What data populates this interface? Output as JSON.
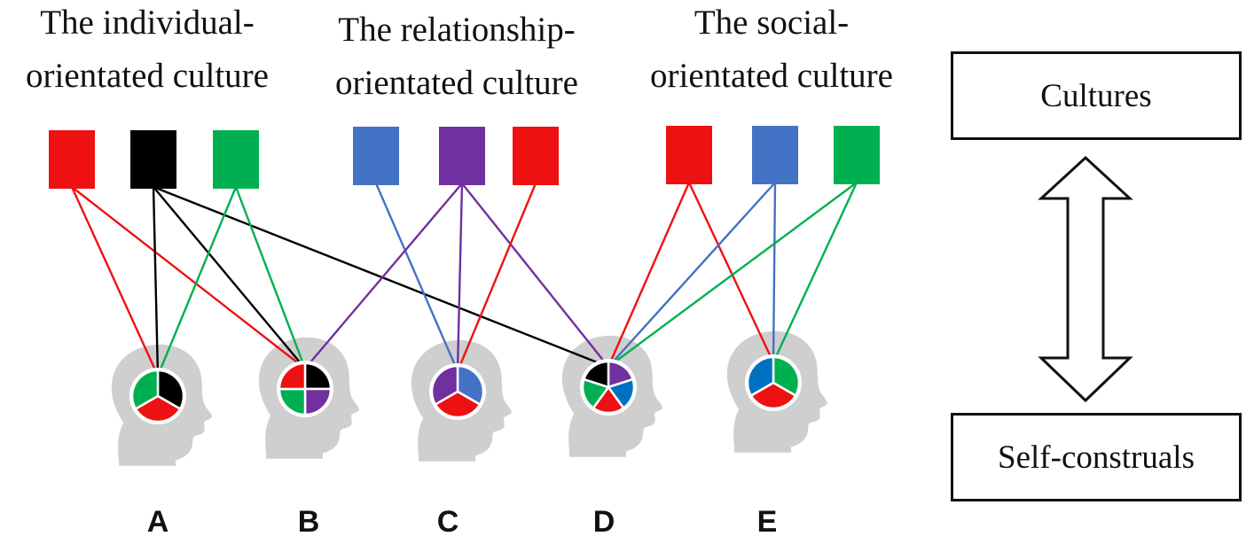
{
  "colors": {
    "red": "#ee1111",
    "black": "#000000",
    "green": "#00b050",
    "blue": "#4472c4",
    "purple": "#7030a0",
    "dark_blue": "#0070c0",
    "head_gray": "#cfcfcf"
  },
  "cultures": [
    {
      "title": "The individual-\norientated culture",
      "squares": [
        "red",
        "black",
        "green"
      ]
    },
    {
      "title": "The relationship-\norientated culture",
      "squares": [
        "blue",
        "purple",
        "red"
      ]
    },
    {
      "title": "The social-\norientated culture",
      "squares": [
        "red",
        "blue",
        "green"
      ]
    }
  ],
  "heads": [
    {
      "label": "A",
      "pie": [
        "black",
        "red",
        "green"
      ]
    },
    {
      "label": "B",
      "pie": [
        "black",
        "purple",
        "green",
        "red"
      ]
    },
    {
      "label": "C",
      "pie": [
        "blue",
        "red",
        "purple"
      ]
    },
    {
      "label": "D",
      "pie": [
        "purple",
        "dark_blue",
        "red",
        "green",
        "black"
      ]
    },
    {
      "label": "E",
      "pie": [
        "green",
        "red",
        "dark_blue"
      ]
    }
  ],
  "connections": [
    {
      "from": [
        0,
        0
      ],
      "to": 0,
      "color": "red"
    },
    {
      "from": [
        0,
        0
      ],
      "to": 1,
      "color": "red"
    },
    {
      "from": [
        0,
        1
      ],
      "to": 0,
      "color": "black"
    },
    {
      "from": [
        0,
        1
      ],
      "to": 1,
      "color": "black"
    },
    {
      "from": [
        0,
        1
      ],
      "to": 3,
      "color": "black"
    },
    {
      "from": [
        0,
        2
      ],
      "to": 0,
      "color": "green"
    },
    {
      "from": [
        0,
        2
      ],
      "to": 1,
      "color": "green"
    },
    {
      "from": [
        1,
        0
      ],
      "to": 2,
      "color": "blue"
    },
    {
      "from": [
        1,
        1
      ],
      "to": 1,
      "color": "purple"
    },
    {
      "from": [
        1,
        1
      ],
      "to": 2,
      "color": "purple"
    },
    {
      "from": [
        1,
        1
      ],
      "to": 3,
      "color": "purple"
    },
    {
      "from": [
        1,
        2
      ],
      "to": 2,
      "color": "red"
    },
    {
      "from": [
        2,
        0
      ],
      "to": 3,
      "color": "red"
    },
    {
      "from": [
        2,
        0
      ],
      "to": 4,
      "color": "red"
    },
    {
      "from": [
        2,
        1
      ],
      "to": 3,
      "color": "blue"
    },
    {
      "from": [
        2,
        1
      ],
      "to": 4,
      "color": "blue"
    },
    {
      "from": [
        2,
        2
      ],
      "to": 3,
      "color": "green"
    },
    {
      "from": [
        2,
        2
      ],
      "to": 4,
      "color": "green"
    }
  ],
  "side": {
    "top_label": "Cultures",
    "bottom_label": "Self-construals"
  }
}
